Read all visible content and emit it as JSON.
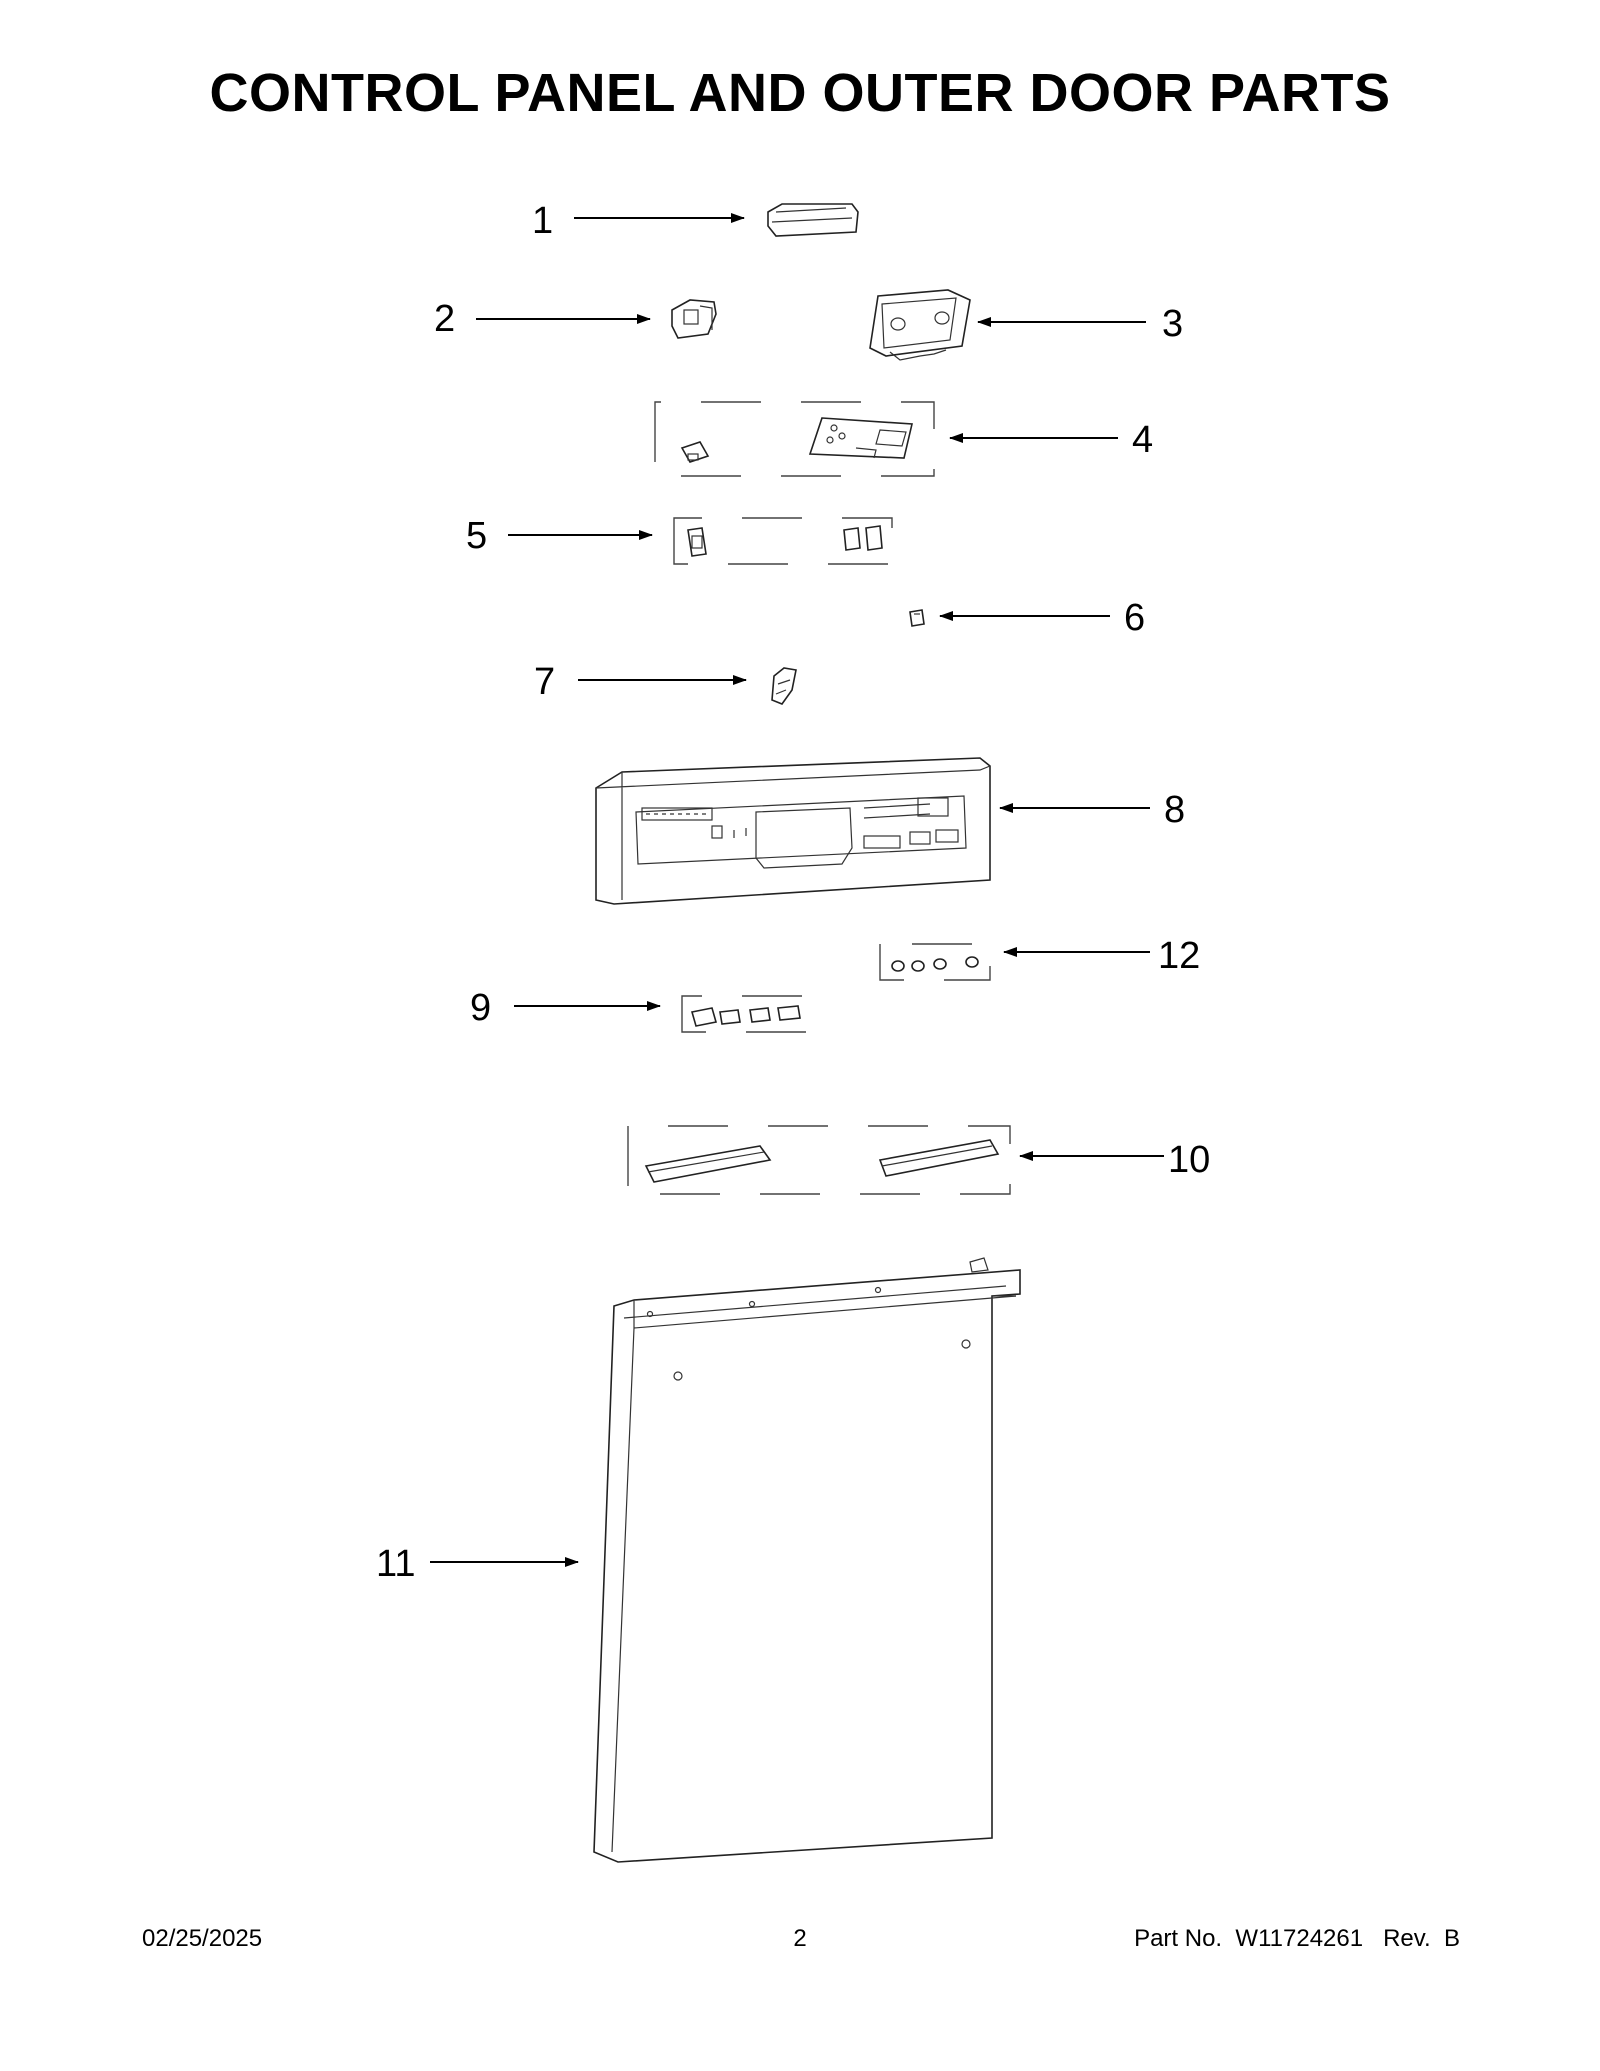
{
  "page": {
    "title": "CONTROL PANEL AND OUTER DOOR PARTS"
  },
  "callouts": [
    {
      "label": "1"
    },
    {
      "label": "2"
    },
    {
      "label": "3"
    },
    {
      "label": "4"
    },
    {
      "label": "5"
    },
    {
      "label": "6"
    },
    {
      "label": "7"
    },
    {
      "label": "8"
    },
    {
      "label": "12"
    },
    {
      "label": "9"
    },
    {
      "label": "10"
    },
    {
      "label": "11"
    }
  ],
  "footer": {
    "date": "02/25/2025",
    "page_number": "2",
    "part_number": "Part No.  W11724261   Rev.  B"
  }
}
